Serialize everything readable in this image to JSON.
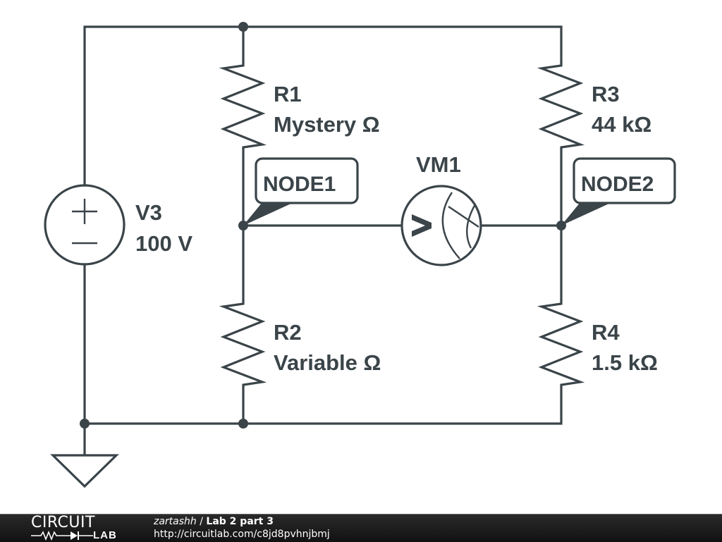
{
  "schematic": {
    "components": {
      "V3": {
        "name": "V3",
        "value": "100 V",
        "type": "voltage-source"
      },
      "R1": {
        "name": "R1",
        "value": "Mystery Ω",
        "type": "resistor"
      },
      "R2": {
        "name": "R2",
        "value": "Variable Ω",
        "type": "resistor"
      },
      "R3": {
        "name": "R3",
        "value": "44 kΩ",
        "type": "resistor"
      },
      "R4": {
        "name": "R4",
        "value": "1.5 kΩ",
        "type": "resistor"
      },
      "VM1": {
        "name": "VM1",
        "type": "voltmeter",
        "symbol": ">"
      }
    },
    "nodes": {
      "node1": "NODE1",
      "node2": "NODE2"
    },
    "source_symbols": {
      "plus": "+",
      "minus": "−"
    }
  },
  "footer": {
    "logo_top": "CIRCUIT",
    "logo_bottom": "LAB",
    "user": "zartashh",
    "separator": " / ",
    "title": "Lab 2 part 3",
    "url": "http://circuitlab.com/c8jd8pvhnjbmj"
  }
}
